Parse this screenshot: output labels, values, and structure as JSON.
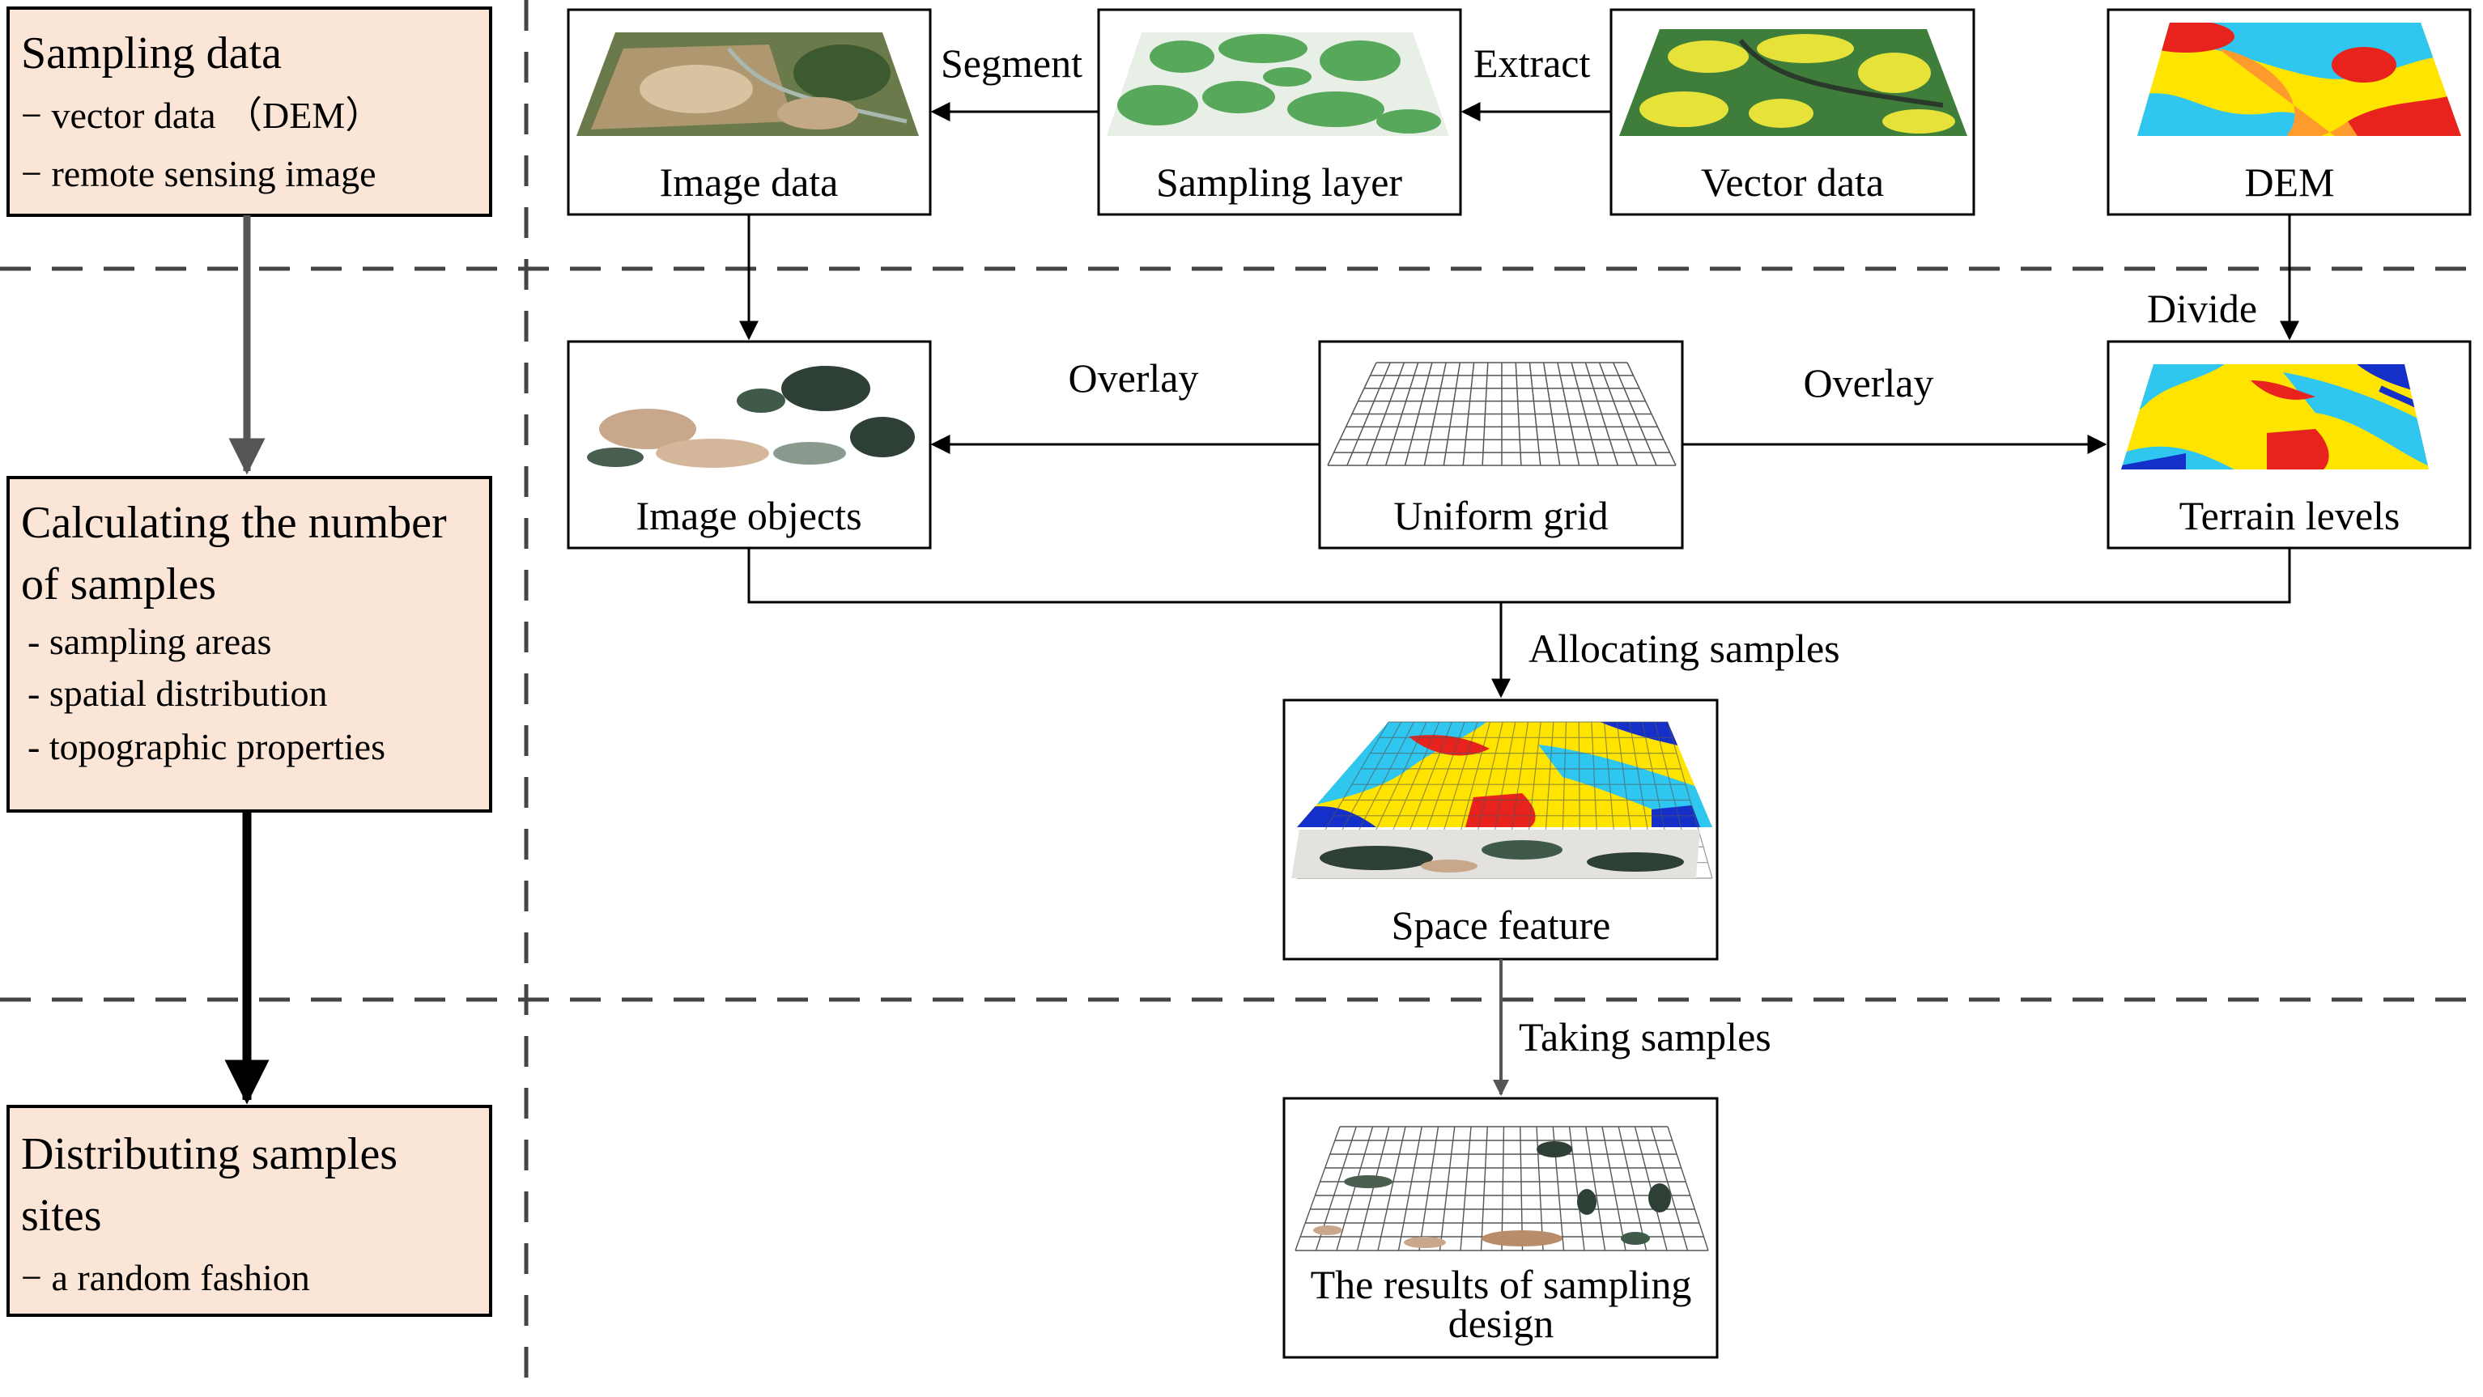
{
  "stages": [
    {
      "title_lines": [
        "Sampling data"
      ],
      "items": [
        "− vector data （DEM）",
        "− remote sensing image"
      ]
    },
    {
      "title_lines": [
        "Calculating the number",
        "of samples"
      ],
      "items": [
        "- sampling areas",
        "- spatial distribution",
        "- topographic properties"
      ]
    },
    {
      "title_lines": [
        "Distributing samples",
        "sites"
      ],
      "items": [
        "− a random fashion"
      ]
    }
  ],
  "boxes": {
    "image_data": "Image data",
    "sampling_layer": "Sampling layer",
    "vector_data": "Vector data",
    "dem": "DEM",
    "image_objects": "Image objects",
    "uniform_grid": "Uniform grid",
    "terrain_levels": "Terrain levels",
    "space_feature": "Space feature",
    "results": [
      "The results of sampling",
      "design"
    ]
  },
  "arrow_labels": {
    "segment": "Segment",
    "extract": "Extract",
    "divide": "Divide",
    "overlay_left": "Overlay",
    "overlay_right": "Overlay",
    "allocating": "Allocating  samples",
    "taking": "Taking samples"
  },
  "colors": {
    "stage_fill": "#fbe5d6",
    "stroke": "#000000",
    "dash": "#444444",
    "dem_red": "#e8221c",
    "dem_yellow": "#ffe400",
    "dem_cyan": "#2fc6f0",
    "dem_blue": "#1430c8",
    "sampling_green": "#58a85c",
    "vector_yellow": "#e6e23a",
    "vector_green": "#3f7e3a"
  }
}
